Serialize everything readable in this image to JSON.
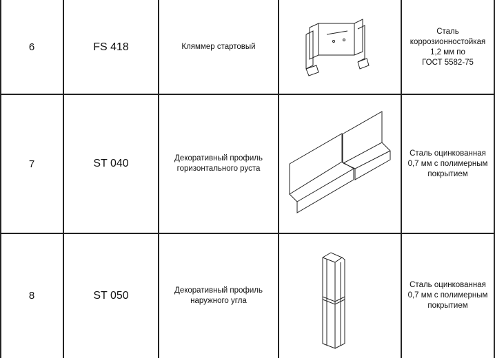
{
  "rows": [
    {
      "num": "6",
      "code": "FS 418",
      "name": "Кляммер стартовый",
      "material": [
        "Сталь",
        "коррозионностойкая",
        "1,2 мм по",
        "ГОСТ 5582-75"
      ],
      "image": "starter-clamp-drawing"
    },
    {
      "num": "7",
      "code": "ST 040",
      "name": [
        "Декоративный профиль",
        "горизонтального руста"
      ],
      "material": [
        "Сталь оцинкованная",
        "0,7 мм  с полимерным",
        "покрытием"
      ],
      "image": "horizontal-rustication-profile-drawing"
    },
    {
      "num": "8",
      "code": "ST 050",
      "name": [
        "Декоративный профиль",
        "наружного угла"
      ],
      "material": [
        "Сталь оцинкованная",
        "0,7 мм с полимерным",
        "покрытием"
      ],
      "image": "outer-corner-profile-drawing"
    }
  ]
}
